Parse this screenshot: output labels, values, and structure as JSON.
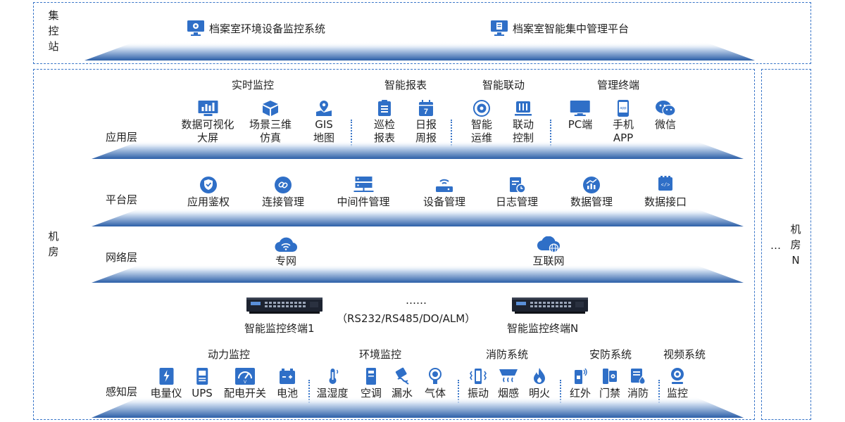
{
  "control_station": {
    "label_chars": [
      "集",
      "控",
      "站"
    ],
    "items": [
      {
        "icon": "monitor-gear-icon",
        "label": "档案室环境设备监控系统"
      },
      {
        "icon": "monitor-doc-icon",
        "label": "档案室智能集中管理平台"
      }
    ]
  },
  "machine_room": {
    "label_chars": [
      "机",
      "房"
    ]
  },
  "machine_room_n": {
    "ellipsis": "…",
    "label_chars": [
      "机",
      "房",
      "N"
    ]
  },
  "app_layer": {
    "name": "应用层",
    "categories": [
      "实时监控",
      "智能报表",
      "智能联动",
      "管理终端"
    ],
    "items": [
      {
        "icon": "bar-chart-icon",
        "lines": [
          "数据可视化",
          "大屏"
        ]
      },
      {
        "icon": "cube-icon",
        "lines": [
          "场景三维",
          "仿真"
        ]
      },
      {
        "icon": "gis-map-icon",
        "lines": [
          "GIS",
          "地图"
        ]
      },
      {
        "icon": "report-list-icon",
        "lines": [
          "巡检",
          "报表"
        ]
      },
      {
        "icon": "calendar-icon",
        "lines": [
          "日报",
          "周报"
        ]
      },
      {
        "icon": "gear-icon",
        "lines": [
          "智能",
          "运维"
        ]
      },
      {
        "icon": "control-panel-icon",
        "lines": [
          "联动",
          "控制"
        ]
      },
      {
        "icon": "pc-icon",
        "lines": [
          "PC端"
        ]
      },
      {
        "icon": "mobile-app-icon",
        "lines": [
          "手机",
          "APP"
        ]
      },
      {
        "icon": "wechat-icon",
        "lines": [
          "微信"
        ]
      }
    ]
  },
  "platform_layer": {
    "name": "平台层",
    "items": [
      {
        "icon": "shield-check-icon",
        "label": "应用鉴权"
      },
      {
        "icon": "link-icon",
        "label": "连接管理"
      },
      {
        "icon": "server-icon",
        "label": "中间件管理"
      },
      {
        "icon": "router-icon",
        "label": "设备管理"
      },
      {
        "icon": "log-icon",
        "label": "日志管理"
      },
      {
        "icon": "data-chart-icon",
        "label": "数据管理"
      },
      {
        "icon": "api-icon",
        "label": "数据接口"
      }
    ]
  },
  "network_layer": {
    "name": "网络层",
    "items": [
      {
        "icon": "cloud-wifi-icon",
        "label": "专网"
      },
      {
        "icon": "cloud-globe-icon",
        "label": "互联网"
      }
    ]
  },
  "terminals": {
    "ellipsis": "……",
    "protocols": "（RS232/RS485/DO/ALM）",
    "items": [
      {
        "icon": "rack-device-icon",
        "label": "智能监控终端1"
      },
      {
        "icon": "rack-device-icon",
        "label": "智能监控终端N"
      }
    ]
  },
  "perception_layer": {
    "name": "感知层",
    "categories": [
      "动力监控",
      "环境监控",
      "消防系统",
      "安防系统",
      "视频系统"
    ],
    "items": [
      {
        "icon": "power-meter-icon",
        "label": "电量仪"
      },
      {
        "icon": "ups-icon",
        "label": "UPS"
      },
      {
        "icon": "switch-meter-icon",
        "label": "配电开关"
      },
      {
        "icon": "battery-icon",
        "label": "电池"
      },
      {
        "icon": "thermometer-icon",
        "label": "温湿度"
      },
      {
        "icon": "air-conditioner-icon",
        "label": "空调"
      },
      {
        "icon": "water-leak-icon",
        "label": "漏水"
      },
      {
        "icon": "gas-sensor-icon",
        "label": "气体"
      },
      {
        "icon": "vibration-icon",
        "label": "振动"
      },
      {
        "icon": "smoke-detector-icon",
        "label": "烟感"
      },
      {
        "icon": "flame-icon",
        "label": "明火"
      },
      {
        "icon": "infrared-icon",
        "label": "红外"
      },
      {
        "icon": "access-control-icon",
        "label": "门禁"
      },
      {
        "icon": "fire-control-icon",
        "label": "消防"
      },
      {
        "icon": "camera-icon",
        "label": "监控"
      }
    ]
  },
  "colors": {
    "accent": "#2f6fc7",
    "frame": "#3a76c8",
    "bar_dark": "#2c5fa8",
    "bar_light": "#ffffff"
  }
}
